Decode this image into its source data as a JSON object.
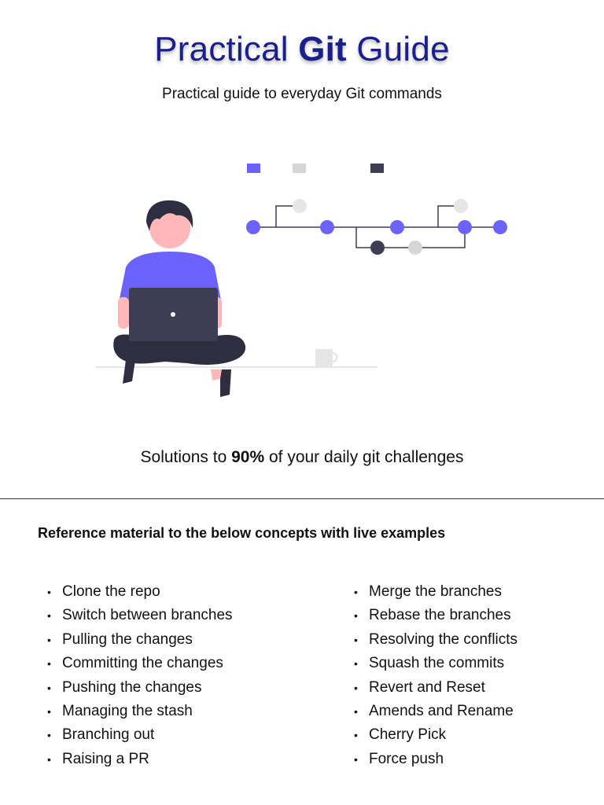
{
  "title": {
    "part1": "Practical ",
    "part2": "Git",
    "part3": " Guide"
  },
  "subtitle": "Practical guide to everyday Git commands",
  "tagline": {
    "before": "Solutions to ",
    "highlight": "90%",
    "after": " of your daily git challenges"
  },
  "reference_heading": "Reference material to the below concepts with live examples",
  "left_items": [
    "Clone the repo",
    "Switch between branches",
    "Pulling the changes",
    "Committing the changes",
    "Pushing the changes",
    "Managing the stash",
    "Branching out",
    "Raising a PR"
  ],
  "right_items": [
    "Merge the branches",
    "Rebase the branches",
    "Resolving the conflicts",
    "Squash the commits",
    "Revert and Reset",
    "Amends and Rename",
    "Cherry Pick",
    "Force push"
  ],
  "colors": {
    "title": "#1a1f8c",
    "accent": "#6c63ff",
    "dark": "#3f3d56",
    "gray": "#d6d6d6"
  },
  "bullet": "•"
}
